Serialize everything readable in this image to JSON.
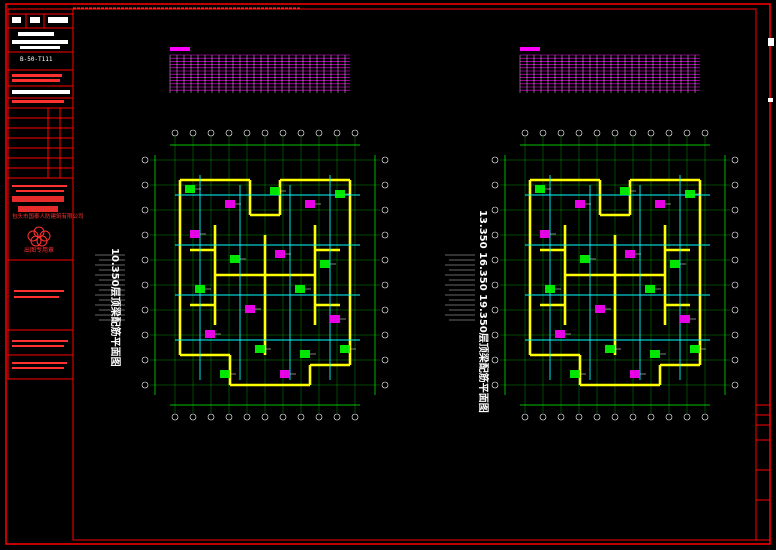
{
  "drawing": {
    "title_block": {
      "project_no": "B-50-T111",
      "company_name": "包头市国泰人防建筑有限公司",
      "company_sub": "出图专用章"
    },
    "plans": [
      {
        "title": "10.350层顶梁配筋平面图"
      },
      {
        "title": "13.350 16.350 19.350层顶梁配筋平面图"
      }
    ],
    "colors": {
      "frame": "#ff0000",
      "wall": "#ffff00",
      "column": "#00ffff",
      "dimension": "#00ff00",
      "rebar": "#ff00ff",
      "text": "#ffffff"
    }
  }
}
